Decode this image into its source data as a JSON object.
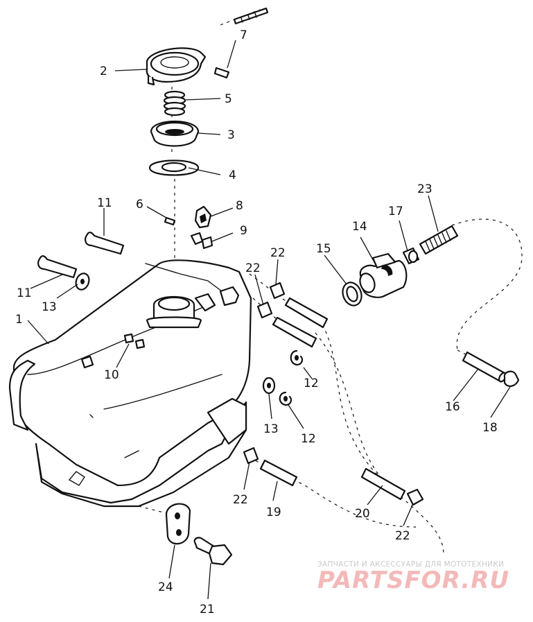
{
  "callouts": [
    {
      "id": "p1",
      "text": "1"
    },
    {
      "id": "p2",
      "text": "2"
    },
    {
      "id": "p3",
      "text": "3"
    },
    {
      "id": "p4",
      "text": "4"
    },
    {
      "id": "p5",
      "text": "5"
    },
    {
      "id": "p6",
      "text": "6"
    },
    {
      "id": "p7",
      "text": "7"
    },
    {
      "id": "p8",
      "text": "8"
    },
    {
      "id": "p9",
      "text": "9"
    },
    {
      "id": "p10",
      "text": "10"
    },
    {
      "id": "p11a",
      "text": "11"
    },
    {
      "id": "p11b",
      "text": "11"
    },
    {
      "id": "p12a",
      "text": "12"
    },
    {
      "id": "p12b",
      "text": "12"
    },
    {
      "id": "p13a",
      "text": "13"
    },
    {
      "id": "p13b",
      "text": "13"
    },
    {
      "id": "p14",
      "text": "14"
    },
    {
      "id": "p15",
      "text": "15"
    },
    {
      "id": "p16",
      "text": "16"
    },
    {
      "id": "p17",
      "text": "17"
    },
    {
      "id": "p18",
      "text": "18"
    },
    {
      "id": "p19",
      "text": "19"
    },
    {
      "id": "p20",
      "text": "20"
    },
    {
      "id": "p21",
      "text": "21"
    },
    {
      "id": "p22a",
      "text": "22"
    },
    {
      "id": "p22b",
      "text": "22"
    },
    {
      "id": "p22c",
      "text": "22"
    },
    {
      "id": "p22d",
      "text": "22"
    },
    {
      "id": "p23",
      "text": "23"
    },
    {
      "id": "p24",
      "text": "24"
    }
  ],
  "watermark": {
    "tagline": "ЗАПЧАСТИ И АКСЕССУАРЫ ДЛЯ МОТОТЕХНИКИ",
    "brand": "PARTSFOR.RU",
    "tagline_color": "#c9c9c9",
    "brand_color": "#f3b9b9"
  }
}
